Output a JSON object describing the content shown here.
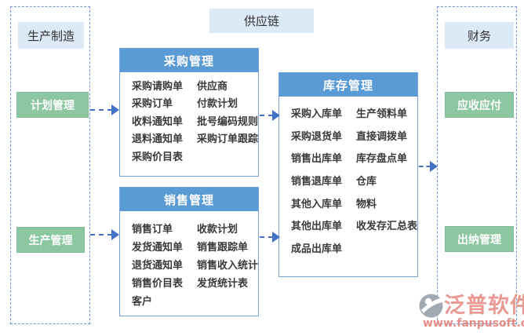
{
  "diagram_title": "供应链",
  "left_group": {
    "label": "生产制造",
    "plan_button": "计划管理",
    "production_button": "生产管理"
  },
  "right_group": {
    "label": "财务",
    "receivable_button": "应收应付",
    "cashier_button": "出纳管理"
  },
  "purchase": {
    "title": "采购管理",
    "col1": [
      "采购请购单",
      "采购订单",
      "收料通知单",
      "退料通知单",
      "采购价目表"
    ],
    "col2": [
      "供应商",
      "付款计划",
      "批号编码规则",
      "采购订单跟踪"
    ]
  },
  "sales": {
    "title": "销售管理",
    "col1": [
      "销售订单",
      "发货通知单",
      "退货通知单",
      "销售价目表",
      "客户"
    ],
    "col2": [
      "收款计划",
      "销售跟踪单",
      "销售收入统计",
      "发货统计表"
    ]
  },
  "inventory": {
    "title": "库存管理",
    "col1": [
      "采购入库单",
      "采购退货单",
      "销售出库单",
      "销售退库单",
      "其他入库单",
      "其他出库单",
      "成品出库单"
    ],
    "col2": [
      "生产领料单",
      "直接调拨单",
      "库存盘点单",
      "仓库",
      "物料",
      "收发存汇总表"
    ]
  },
  "branding": {
    "name": "泛普软件",
    "url": "www.fanpusoft.com"
  },
  "colors": {
    "module_header_blue": "#5b9bd5",
    "label_bg_blue": "#dce9f6",
    "button_green": "#8cc7a1",
    "arrow_blue": "#4472c4",
    "box_border_blue": "#75a3da",
    "group_dash_blue": "#6f9ad6",
    "logo_salmon": "#e9918a"
  }
}
